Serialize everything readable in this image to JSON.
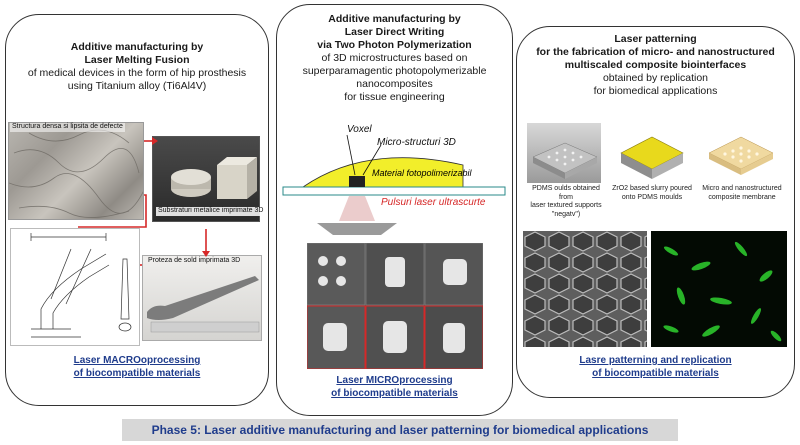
{
  "panel1": {
    "title_bold": "Additive manufacturing by\nLaser Melting Fusion",
    "title_rest": "of medical devices in the form of  hip prosthesis\nusing Titanium alloy  (Ti6Al4V)",
    "caption_structure": "Structura densa si lipsita de  defecte",
    "caption_substrates": "Substraturi metalice imprimate 3D",
    "caption_prosthesis": "Proteza de sold imprimata 3D",
    "footer": "Laser MACROoprocessing\nof biocompatible materials"
  },
  "panel2": {
    "title_bold": "Additive manufacturing by\nLaser Direct Writing\nvia Two Photon Polymerization",
    "title_rest": "of 3D microstructures based on\nsuperparamagentic photopolymerizable\nnanocomposites\nfor tissue engineering",
    "label_voxel": "Voxel",
    "label_micro": "Micro-structuri 3D",
    "label_material": "Material fotopolimerizabil",
    "label_pulses": "Pulsuri laser ultrascurte",
    "footer": "Laser MICROprocessing\nof biocompatible materials"
  },
  "panel3": {
    "title_bold": "Laser patterning\nfor the fabrication of micro- and nanostructured\nmultiscaled composite biointerfaces",
    "title_rest": "obtained by replication\nfor biomedical applications",
    "caption_pdms": "PDMS oulds obtained from\nlaser textured supports\n\"negatv\")",
    "caption_zro2": "ZrO2 based slurry poured\nonto PDMS moulds",
    "caption_membrane": "Micro and nanostructured\ncomposite membrane",
    "footer": "Lasre patterning and replication\nof biocompatible materials"
  },
  "phase_banner": "Phase 5: Laser additive manufacturing and laser patterning for biomedical applications",
  "colors": {
    "accent_blue": "#1f3c8c",
    "arrow_red": "#d62828",
    "banner_gray": "#d7d7d7",
    "material_yellow": "#f2ee2a"
  }
}
